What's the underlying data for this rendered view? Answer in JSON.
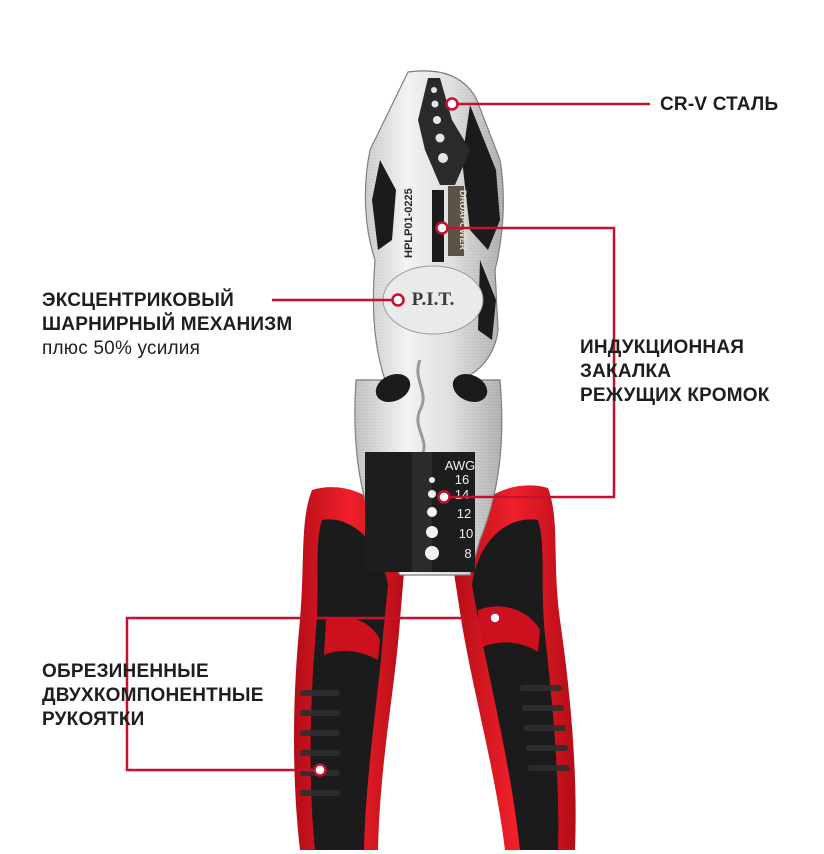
{
  "callouts": {
    "steel": {
      "line1": "CR-V СТАЛЬ"
    },
    "mechanism": {
      "line1": "ЭКСЦЕНТРИКОВЫЙ",
      "line2": "ШАРНИРНЫЙ МЕХАНИЗМ",
      "line3": "плюс 50% усилия"
    },
    "hardening": {
      "line1": "ИНДУКЦИОННАЯ",
      "line2": "ЗАКАЛКА",
      "line3": "РЕЖУЩИХ КРОМОК"
    },
    "handles": {
      "line1": "ОБРЕЗИНЕННЫЕ",
      "line2": "ДВУХКОМПОНЕНТНЫЕ",
      "line3": "РУКОЯТКИ"
    }
  },
  "tool": {
    "brand": "P.I.T.",
    "model": "HPLP01-0225",
    "sub_brand": "DRUAPOWER",
    "gauge_title": "AWG",
    "gauge_sizes": [
      "16",
      "14",
      "12",
      "10",
      "8"
    ]
  },
  "colors": {
    "accent": "#c8102e",
    "handle_red": "#e0101e",
    "handle_black": "#1b1b1b",
    "steel": "#d9d9d9"
  }
}
